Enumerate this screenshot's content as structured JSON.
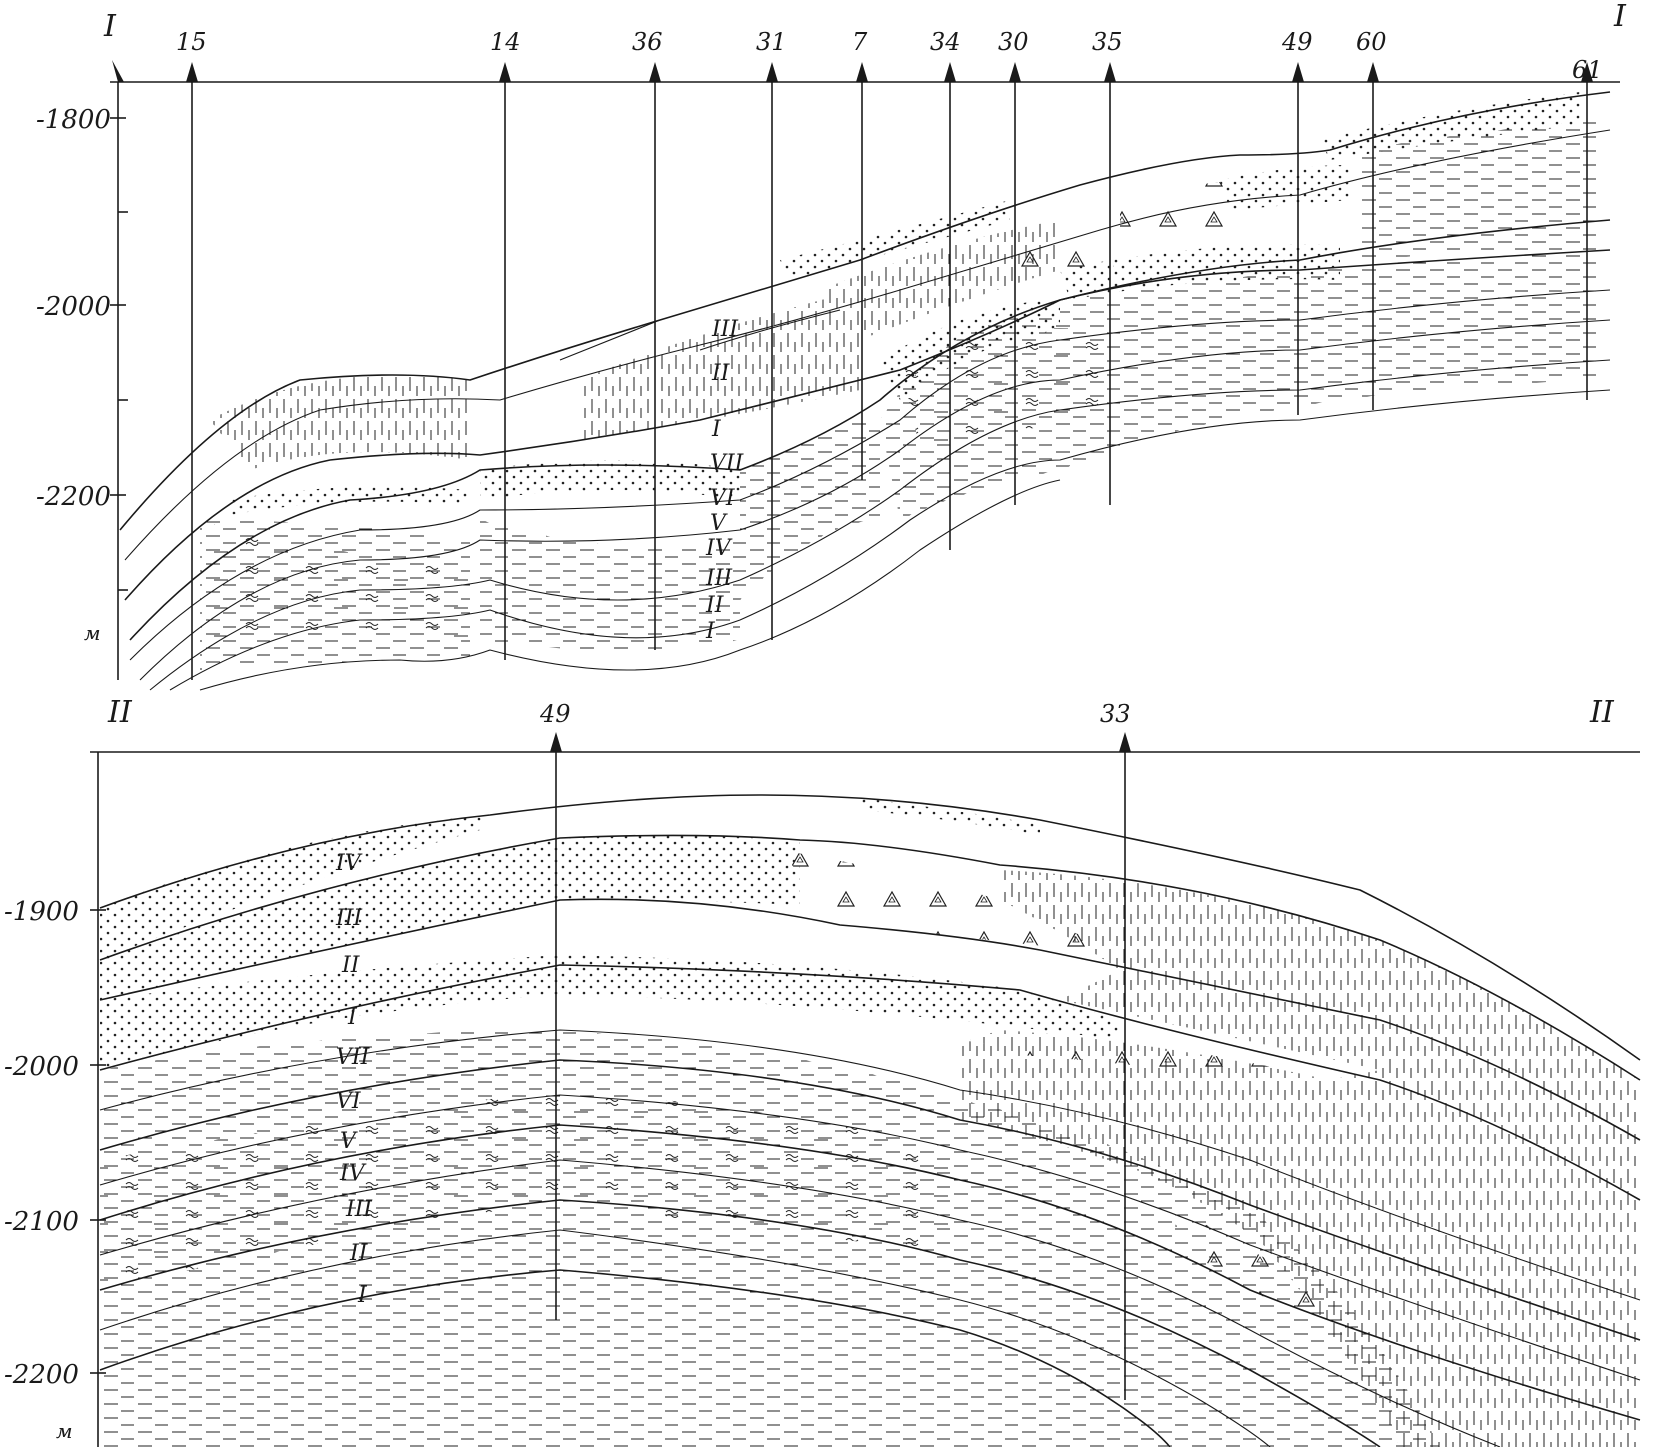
{
  "section_1": {
    "line_label_left": "I",
    "line_label_right": "I",
    "wells": [
      "15",
      "14",
      "36",
      "31",
      "7",
      "34",
      "30",
      "35",
      "49",
      "60",
      "61"
    ],
    "depth_ticks": [
      "-1800",
      "-2000",
      "-2200"
    ],
    "unit": "м",
    "horizons_upper": [
      "III",
      "II",
      "I"
    ],
    "horizons_lower": [
      "VII",
      "VI",
      "V",
      "IV",
      "III",
      "II",
      "I"
    ]
  },
  "section_2": {
    "line_label_left": "II",
    "line_label_right": "II",
    "wells": [
      "49",
      "33"
    ],
    "depth_ticks": [
      "-1900",
      "-2000",
      "-2100",
      "-2200"
    ],
    "unit": "м",
    "horizons": [
      "IV",
      "III",
      "II",
      "I",
      "VII",
      "VI",
      "V",
      "IV",
      "III",
      "II",
      "I"
    ]
  }
}
